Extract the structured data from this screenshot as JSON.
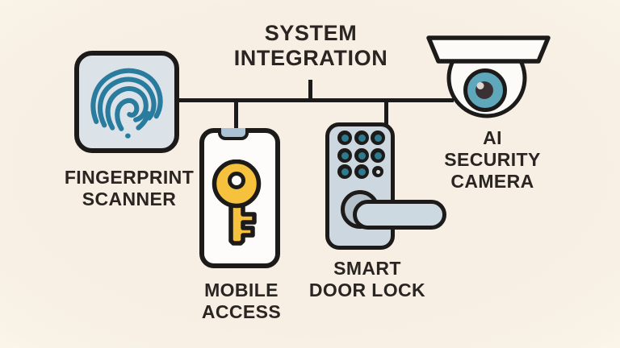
{
  "title": {
    "line1": "SYSTEM",
    "line2": "INTEGRATION"
  },
  "nodes": {
    "fingerprint_scanner": {
      "icon": "fingerprint-icon",
      "label_line1": "FINGERPRINT",
      "label_line2": "SCANNER"
    },
    "mobile_access": {
      "icon": "mobile-key-icon",
      "label_line1": "MOBILE",
      "label_line2": "ACCESS"
    },
    "smart_door_lock": {
      "icon": "smart-lock-keypad-icon",
      "label_line1": "SMART",
      "label_line2": "DOOR LOCK"
    },
    "ai_security_camera": {
      "icon": "dome-camera-icon",
      "label_line1": "AI",
      "label_line2": "SECURITY",
      "label_line3": "CAMERA"
    }
  },
  "colors": {
    "background": "#f7efe3",
    "outline": "#1c1b19",
    "text": "#2a2522",
    "fingerprint_panel": "#dbe3e9",
    "fingerprint_ridges": "#2a7c9e",
    "phone_body": "#fdfcfa",
    "phone_notch": "#a9c3d4",
    "key_yellow": "#f6c13c",
    "key_hole": "#fdfcfa",
    "lock_body": "#ccd7df",
    "keypad_dots": "#2e7b8f",
    "keypad_special": "#d8e0e5",
    "lock_knob": "#b5c1ca",
    "lock_handle": "#cdd9e1",
    "camera_body": "#fcfbf8",
    "camera_eye": "#5fa8bb",
    "camera_pupil": "#393134",
    "camera_highlight": "#ddd8d2"
  }
}
